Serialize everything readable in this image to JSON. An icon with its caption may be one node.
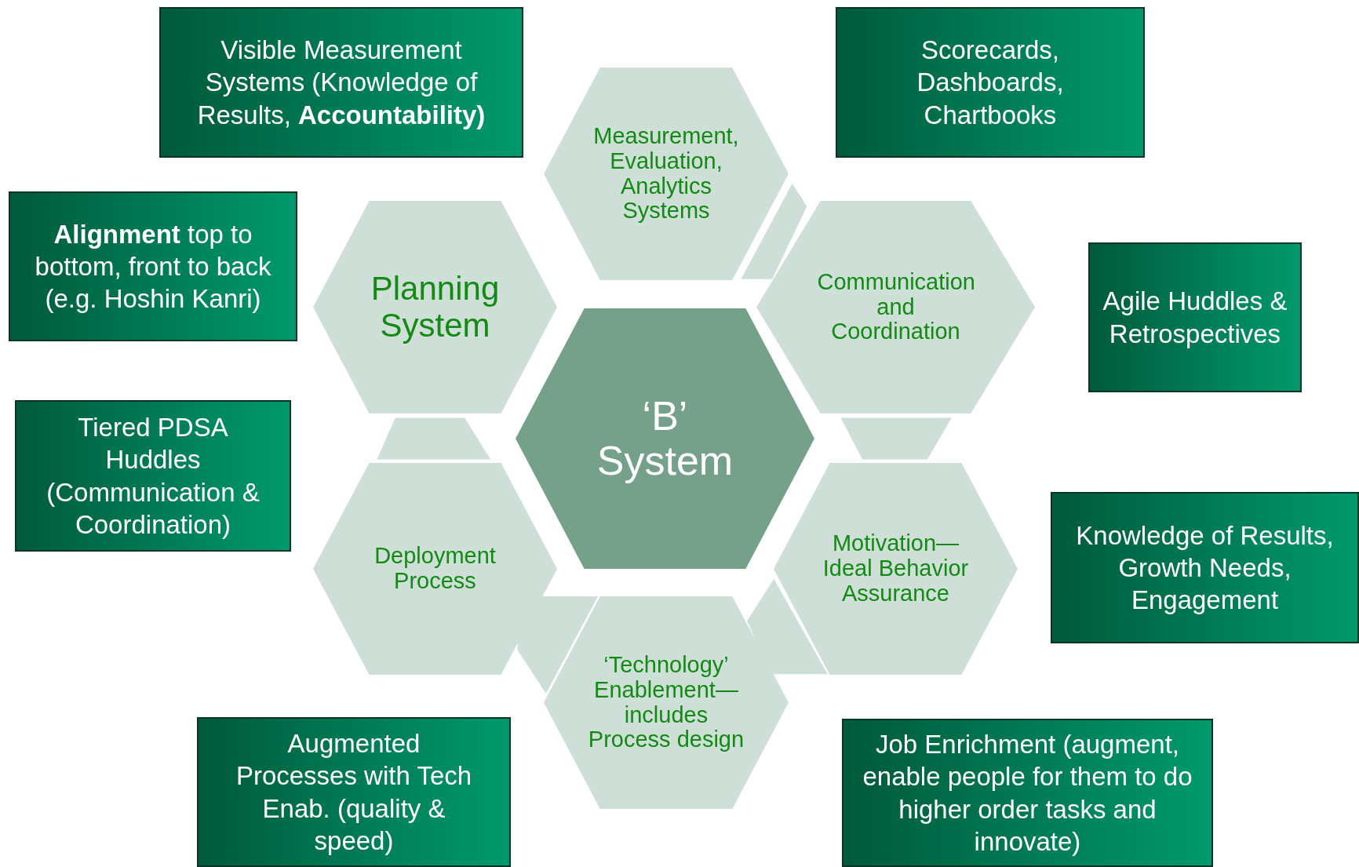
{
  "diagram": {
    "nodes": [
      {
        "text": [
          "‘B’ System"
        ]
      },
      {
        "text": [
          "Measurement, Evaluation, Analytics Systems"
        ]
      },
      {
        "text": [
          "Planning System"
        ]
      },
      {
        "text": [
          "Communication and Coordination"
        ]
      },
      {
        "text": [
          "Deployment Process"
        ]
      },
      {
        "text": [
          "Motivation—Ideal Behavior Assurance"
        ]
      },
      {
        "text": [
          "‘Technology’ Enablement—includes Process design"
        ]
      },
      {
        "text": [
          "Visible Measurement Systems (Knowledge of Results, **Accountability)**"
        ]
      },
      {
        "text": [
          "Scorecards, Dashboards, Chartbooks"
        ]
      },
      {
        "text": [
          "**Alignment** top to bottom, front to back (e.g. Hoshin Kanri)"
        ]
      },
      {
        "text": [
          "Agile Huddles & Retrospectives"
        ]
      },
      {
        "text": [
          "Tiered PDSA Huddles (Communication & Coordination)"
        ]
      },
      {
        "text": [
          "Knowledge of Results, Growth Needs, Engagement"
        ]
      },
      {
        "text": [
          "Augmented Processes with Tech Enab. (quality & speed)"
        ]
      },
      {
        "text": [
          "Job Enrichment (augment, enable people for them to do higher order tasks and innovate)"
        ]
      },
      {
        "text": [],
        "shape": "band"
      },
      {
        "text": [],
        "shape": "band"
      },
      {
        "text": [],
        "shape": "band"
      },
      {
        "text": [],
        "shape": "band"
      },
      {
        "text": [],
        "shape": "band"
      }
    ]
  }
}
